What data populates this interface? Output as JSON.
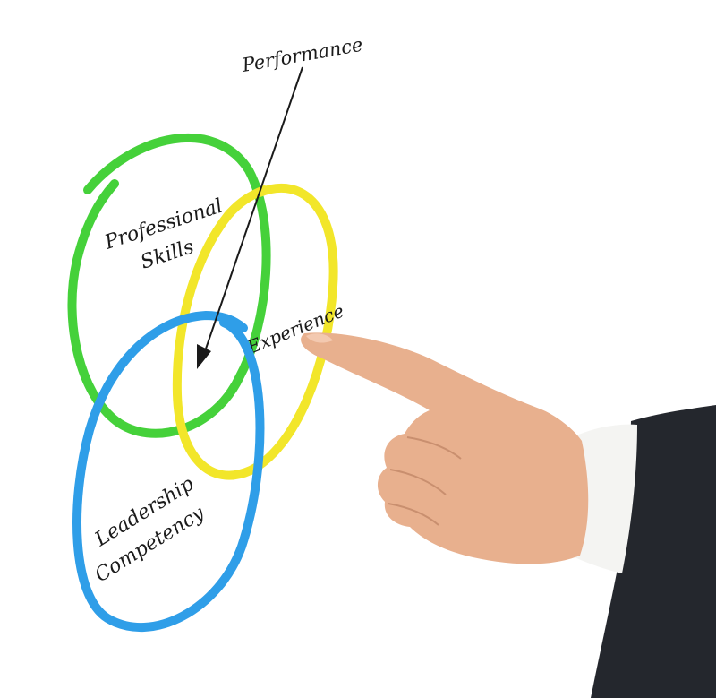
{
  "diagram": {
    "pointer_label": "Performance",
    "circles": [
      {
        "id": "professional-skills",
        "lines": [
          "Professional",
          "Skills"
        ],
        "color": "#45d13a"
      },
      {
        "id": "experience",
        "lines": [
          "Experience"
        ],
        "color": "#f2e62a"
      },
      {
        "id": "leadership-competency",
        "lines": [
          "Leadership",
          "Competency"
        ],
        "color": "#2f9ee8"
      }
    ]
  },
  "colors": {
    "ink": "#1a1a1a",
    "skin": "#e8b08e",
    "cuff": "#f4f4f2",
    "suit": "#24272d"
  }
}
